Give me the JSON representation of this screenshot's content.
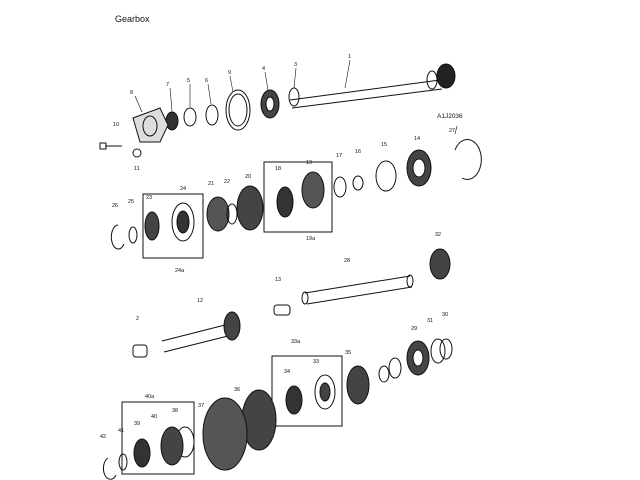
{
  "title": "Gearbox",
  "reference_code": "A1J2036",
  "callouts": [
    "1",
    "2",
    "3",
    "4",
    "5",
    "6",
    "7",
    "8",
    "9",
    "10",
    "11",
    "12",
    "13",
    "14",
    "15",
    "16",
    "17",
    "18",
    "19",
    "19a",
    "20",
    "21",
    "22",
    "23",
    "24",
    "24a",
    "25",
    "26",
    "27",
    "28",
    "29",
    "30",
    "31",
    "32",
    "33",
    "33a",
    "34",
    "35",
    "36",
    "37",
    "38",
    "39",
    "40",
    "40a",
    "41",
    "42"
  ]
}
